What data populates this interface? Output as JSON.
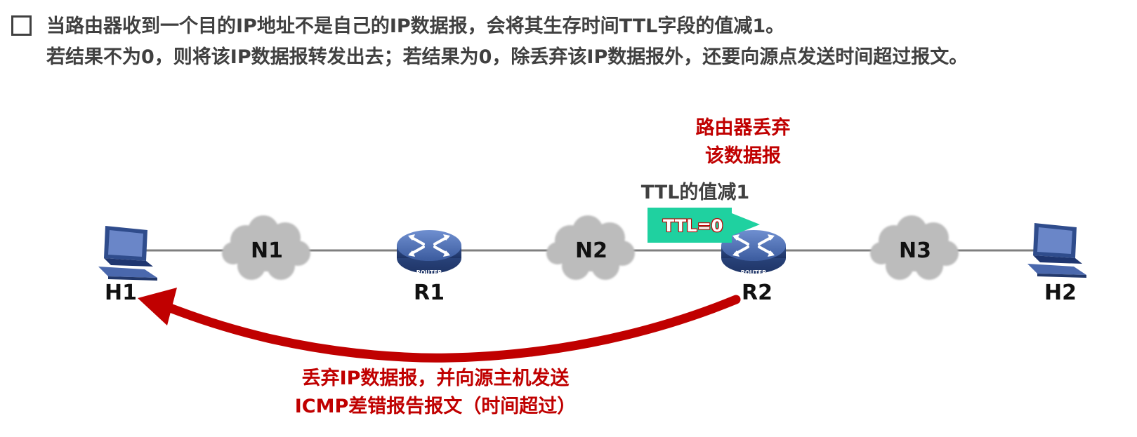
{
  "intro": {
    "line1": "当路由器收到一个目的IP地址不是自己的IP数据报，会将其生存时间TTL字段的值减1。",
    "line2": "若结果不为0，则将该IP数据报转发出去；若结果为0，除丢弃该IP数据报外，还要向源点发送时间超过报文。"
  },
  "nodes": {
    "h1": "H1",
    "r1": "R1",
    "r2": "R2",
    "h2": "H2"
  },
  "networks": {
    "n1": "N1",
    "n2": "N2",
    "n3": "N3"
  },
  "router_badge": "ROUTER",
  "discard_note": {
    "line1": "路由器丢弃",
    "line2": "该数据报"
  },
  "ttl_caption": "TTL的值减1",
  "packet": {
    "label": "TTL=0"
  },
  "icmp_note": {
    "line1": "丢弃IP数据报，并向源主机发送",
    "line2": "ICMP差错报告报文（时间超过）"
  },
  "colors": {
    "accent_red": "#c00000",
    "packet_teal": "#1fd1a0",
    "router_blue": "#3b5b9e",
    "cloud_gray": "#bcbcbc",
    "text_gray": "#404040"
  }
}
